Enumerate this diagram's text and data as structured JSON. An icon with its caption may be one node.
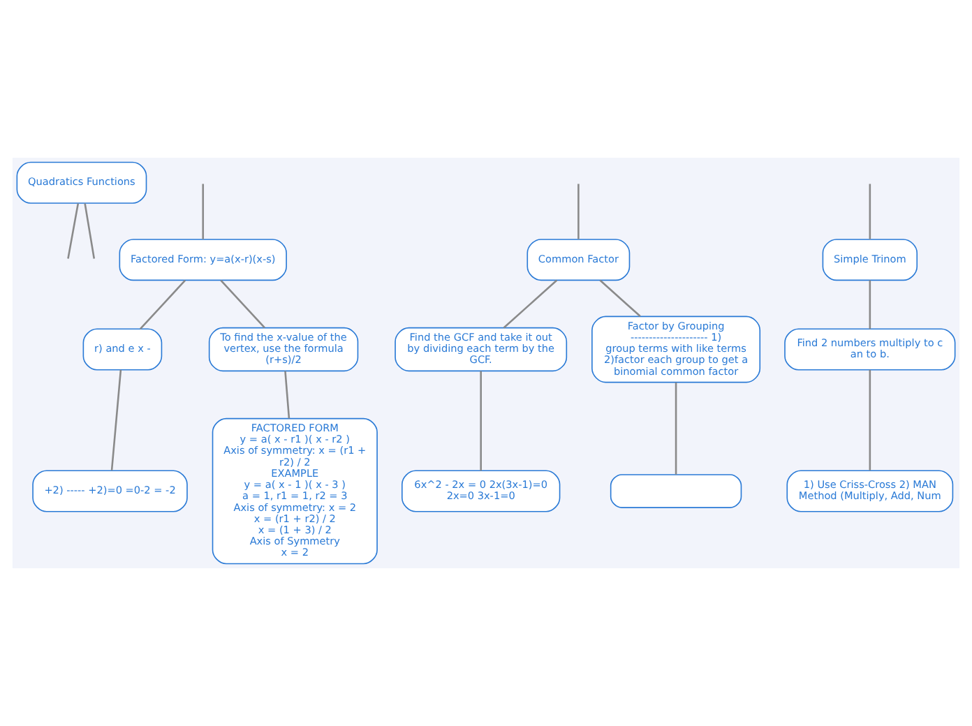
{
  "diagram": {
    "nodes": [
      {
        "text": [
          "Quadratics Functions"
        ]
      },
      {
        "text": [
          "Factored Form: y=a(x-r)(x-s)"
        ]
      },
      {
        "text": [
          "r) and e x -"
        ]
      },
      {
        "text": [
          "To find the x-value of the vertex, use the formula (r+s)/2"
        ]
      },
      {
        "text": [
          "+2) ----- +2)=0 =0-2 = -2"
        ]
      },
      {
        "text": [
          "FACTORED FORM",
          "y = a( x - r1 )( x - r2 )",
          "Axis of symmetry: x = (r1 + r2) / 2",
          "EXAMPLE",
          "y = a( x - 1 )( x - 3 )",
          "a = 1, r1 = 1, r2 = 3",
          "Axis of symmetry: x = 2",
          "x = (r1 + r2) / 2",
          "x = (1 + 3) / 2",
          "Axis of Symmetry",
          "x = 2"
        ]
      },
      {
        "text": [
          "Common Factor"
        ]
      },
      {
        "text": [
          "Find the GCF and take it out by dividing each term by the GCF."
        ]
      },
      {
        "text": [
          "Factor by Grouping --------------------- 1) group terms with like terms 2)factor each group to get a binomial common factor"
        ]
      },
      {
        "text": [
          "6x^2 - 2x = 0 2x(3x-1)=0 2x=0 3x-1=0"
        ]
      },
      {
        "text": [],
        "shape": "box"
      },
      {
        "text": [
          "Simple Trinom"
        ]
      },
      {
        "text": [
          "Find 2 numbers multiply to c an to b."
        ]
      },
      {
        "text": [
          "1) Use Criss-Cross 2) MAN Method (Multiply, Add, Num"
        ]
      }
    ],
    "edges": [
      {
        "from": 0,
        "to": null,
        "arrow": "none"
      },
      {
        "from": 0,
        "to": null,
        "arrow": "none"
      },
      {
        "from": null,
        "to": 1,
        "arrow": "none"
      },
      {
        "from": 1,
        "to": 2,
        "arrow": "none"
      },
      {
        "from": 1,
        "to": 3,
        "arrow": "none"
      },
      {
        "from": 2,
        "to": 4,
        "arrow": "none"
      },
      {
        "from": 3,
        "to": 5,
        "arrow": "none"
      },
      {
        "from": null,
        "to": 6,
        "arrow": "none"
      },
      {
        "from": 6,
        "to": 7,
        "arrow": "none"
      },
      {
        "from": 6,
        "to": 8,
        "arrow": "none"
      },
      {
        "from": 7,
        "to": 9,
        "arrow": "none"
      },
      {
        "from": 8,
        "to": 10,
        "arrow": "none"
      },
      {
        "from": null,
        "to": 11,
        "arrow": "none"
      },
      {
        "from": 11,
        "to": 12,
        "arrow": "none"
      },
      {
        "from": 12,
        "to": 13,
        "arrow": "none"
      }
    ]
  }
}
